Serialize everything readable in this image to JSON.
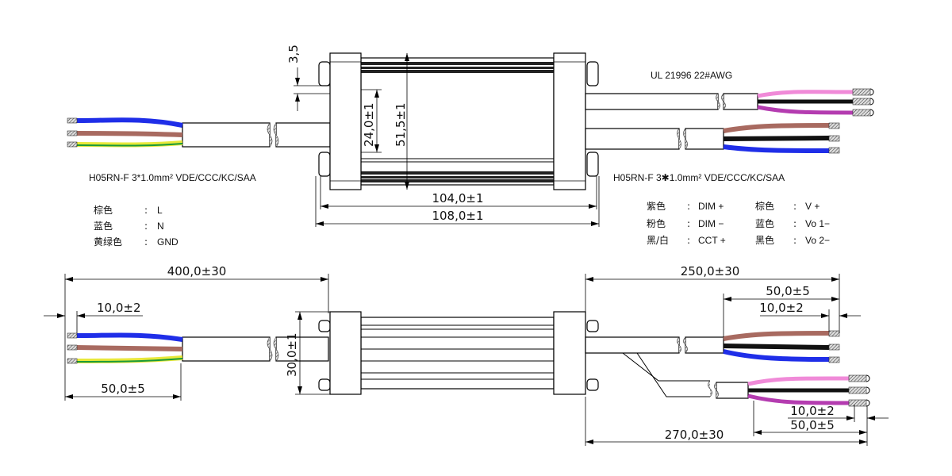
{
  "colors": {
    "brown": "#a86a60",
    "blue": "#1f2ee8",
    "yellow": "#e8e83a",
    "green": "#1a9a3a",
    "black": "#111111",
    "pink": "#f08ad8",
    "purple": "#b43cb0",
    "grey": "#b0b0b0"
  },
  "top_view": {
    "dim_3_5": "3,5",
    "dim_24": "24,0±1",
    "dim_51_5": "51,5±1",
    "dim_104": "104,0±1",
    "dim_108": "108,0±1",
    "ul_cable": "UL 21996  22#AWG",
    "input_cable": "H05RN-F  3*1.0mm² VDE/CCC/KC/SAA",
    "output_cable": "H05RN-F  3✱1.0mm² VDE/CCC/KC/SAA"
  },
  "input_legend": [
    {
      "color": "棕色",
      "sep": ":",
      "signal": "L"
    },
    {
      "color": "蓝色",
      "sep": ":",
      "signal": "N"
    },
    {
      "color": "黄绿色",
      "sep": ":",
      "signal": "GND"
    }
  ],
  "output_legend": [
    {
      "color": "紫色",
      "sep": ":",
      "signal": "DIM +",
      "color2": "棕色",
      "signal2": "V +"
    },
    {
      "color": "粉色",
      "sep": ":",
      "signal": "DIM −",
      "color2": "蓝色",
      "signal2": "Vo 1−"
    },
    {
      "color": "黑/白",
      "sep": ":",
      "signal": "CCT +",
      "color2": "黑色",
      "signal2": "Vo 2−"
    }
  ],
  "side_view": {
    "dim_400": "400,0±30",
    "dim_10_left": "10,0±2",
    "dim_50_left": "50,0±5",
    "dim_30": "30,0±1",
    "dim_250": "250,0±30",
    "dim_50_right": "50,0±5",
    "dim_10_right": "10,0±2",
    "dim_10_lower": "10,0±2",
    "dim_50_lower": "50,0±5",
    "dim_270": "270,0±30"
  }
}
